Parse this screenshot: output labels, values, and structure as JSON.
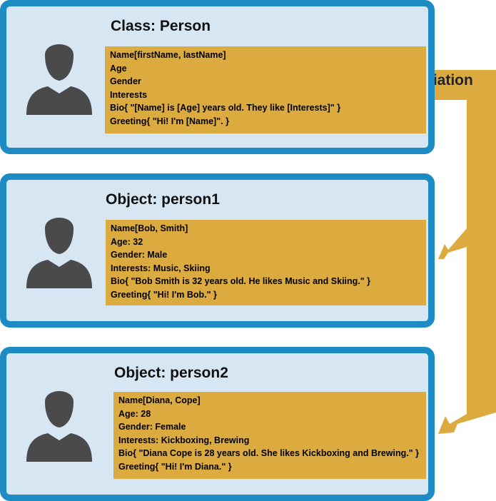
{
  "class_card": {
    "title": "Class: Person",
    "attributes": [
      "Name[firstName, lastName]",
      "Age",
      "Gender",
      "Interests",
      "Bio{ \"[Name] is [Age] years old. They like [Interests]\" }",
      "Greeting{ \"Hi! I'm [Name]\".  }"
    ]
  },
  "object1_card": {
    "title": "Object: person1",
    "attributes": [
      "Name[Bob, Smith]",
      "Age: 32",
      "Gender: Male",
      "Interests: Music, Skiing",
      "Bio{ \"Bob Smith is 32 years old. He likes Music and Skiing.\" }",
      "Greeting{ \"Hi! I'm Bob.\" }"
    ]
  },
  "object2_card": {
    "title": "Object: person2",
    "attributes": [
      "Name[Diana, Cope]",
      "Age: 28",
      "Gender: Female",
      "Interests: Kickboxing, Brewing",
      "Bio{ \"Diana Cope is 28 years old. She likes Kickboxing and Brewing.\" }",
      "Greeting{ \"Hi! I'm Diana.\" }"
    ]
  },
  "arrow": {
    "label": "Instantiation",
    "color": "#dcab40"
  },
  "colors": {
    "card_border": "#1d8bc4",
    "card_fill": "#d6e6f2",
    "attribute_fill": "#dcab40",
    "avatar": "#4a4a4a"
  },
  "icons": {
    "avatar": "person-silhouette-icon"
  }
}
